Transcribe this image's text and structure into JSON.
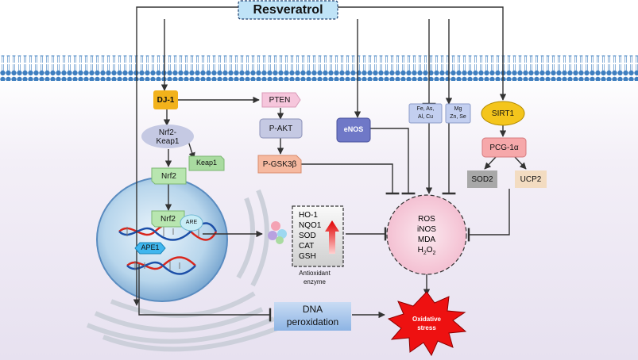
{
  "title": "Resveratrol",
  "nodes": {
    "dj1": "DJ-1",
    "pten": "PTEN",
    "nrf2_keap1": "Nrf2-Keap1",
    "keap1": "Keap1",
    "nrf2_cyto": "Nrf2",
    "p_akt": "P-AKT",
    "p_gsk3b": "P-GSK3β",
    "enos": "eNOS",
    "metals_1": "Fe, As,",
    "metals_2": "Al, Cu",
    "trace_1": "Mg",
    "trace_2": "Zn, Se",
    "sirt1": "SIRT1",
    "pgc1a": "PCG-1α",
    "sod2": "SOD2",
    "ucp2": "UCP2",
    "nrf2_nuclear": "Nrf2",
    "are": "ARE",
    "ape1": "APE1",
    "dna_peroxidation_1": "DNA",
    "dna_peroxidation_2": "peroxidation",
    "oxidative_stress_1": "Oxidative",
    "oxidative_stress_2": "stress"
  },
  "antioxidant_enzymes": {
    "items": [
      "HO-1",
      "NQO1",
      "SOD",
      "CAT",
      "GSH"
    ],
    "caption_1": "Antioxidant",
    "caption_2": "enzyme"
  },
  "ros_items": [
    "ROS",
    "iNOS",
    "MDA"
  ],
  "h2o2": {
    "h": "H",
    "sub1": "2",
    "o": "O",
    "sub2": "2"
  },
  "colors": {
    "membrane": "#3f7fc0",
    "resveratrol_box": "#bfe3f7",
    "dj1": "#f2b21b",
    "pten": "#f6c6dc",
    "grey_node": "#c5c9e3",
    "keap1": "#a9dba0",
    "nrf2": "#b8e6b0",
    "p_gsk3b": "#f6b9a0",
    "enos": "#6f78c7",
    "metals": "#c3cff0",
    "sirt1": "#f4c51c",
    "pgc1a": "#f6a8aa",
    "sod2": "#a8a8a8",
    "ucp2": "#f3dcc1",
    "ros_circle": "#f6d0dd",
    "oxidative_stress": "#ee1111",
    "ape1": "#3fb6ee",
    "dna_peroxidation": "#9bc0e8",
    "arrow": "#333333"
  }
}
